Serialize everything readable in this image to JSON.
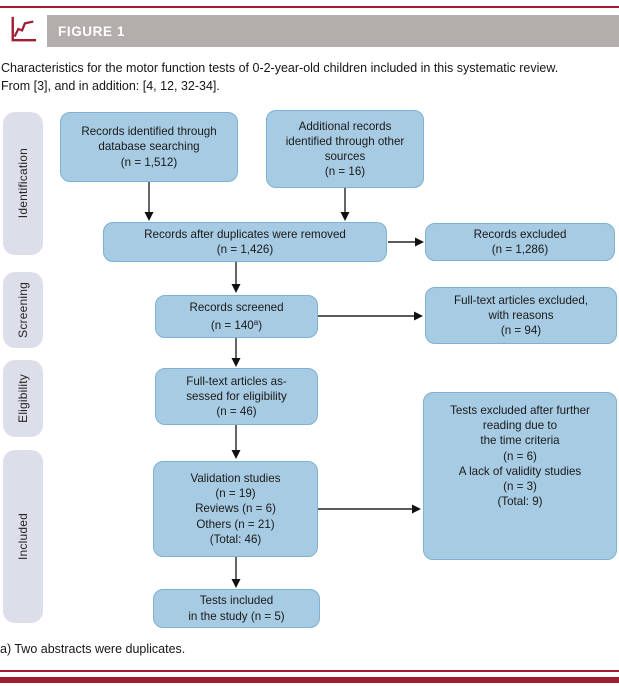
{
  "colors": {
    "accent_red": "#a01d32",
    "header_gray": "#b3aeab",
    "box_fill": "#a7cbe2",
    "box_border": "#7fb1d3",
    "sidebar_fill": "#dcdeea",
    "ink": "#1a1a1a"
  },
  "header": {
    "title": "FIGURE 1",
    "icon": "line-chart-icon"
  },
  "caption": {
    "line1": "Characteristics for the motor function tests of 0-2-year-old children included in this systematic review.",
    "line2": "From [3], and in addition: [4, 12, 32-34]."
  },
  "stages": [
    {
      "label": "Identification"
    },
    {
      "label": "Screening"
    },
    {
      "label": "Eligibility"
    },
    {
      "label": "Included"
    }
  ],
  "flow": {
    "box_db": {
      "lines": [
        "Records identified through",
        "database searching",
        "(n = 1,512)"
      ]
    },
    "box_other": {
      "lines": [
        "Additional records",
        "identified through other",
        "sources",
        "(n = 16)"
      ]
    },
    "box_dedup": {
      "lines": [
        "Records after duplicates were removed",
        "(n = 1,426)"
      ]
    },
    "box_excluded": {
      "lines": [
        "Records excluded",
        "(n = 1,286)"
      ]
    },
    "box_screened": {
      "line1": "Records screened",
      "n_prefix": "(n = 140",
      "sup": "a",
      "suffix": ")"
    },
    "box_ft_excluded": {
      "lines": [
        "Full-text articles excluded,",
        "with reasons",
        "(n = 94)"
      ]
    },
    "box_assessed": {
      "lines": [
        "Full-text articles as-",
        "sessed for eligibility",
        "(n = 46)"
      ]
    },
    "box_validation": {
      "lines": [
        "Validation studies",
        "(n = 19)",
        "Reviews (n = 6)",
        "Others (n = 21)",
        "(Total: 46)"
      ]
    },
    "box_tests_excluded": {
      "lines": [
        "Tests excluded after further",
        "reading due to",
        "the time criteria",
        "(n = 6)",
        "A lack of validity studies",
        "(n = 3)",
        "(Total: 9)"
      ]
    },
    "box_included": {
      "lines": [
        "Tests included",
        "in the study (n = 5)"
      ]
    }
  },
  "footnote": "a) Two abstracts were duplicates."
}
